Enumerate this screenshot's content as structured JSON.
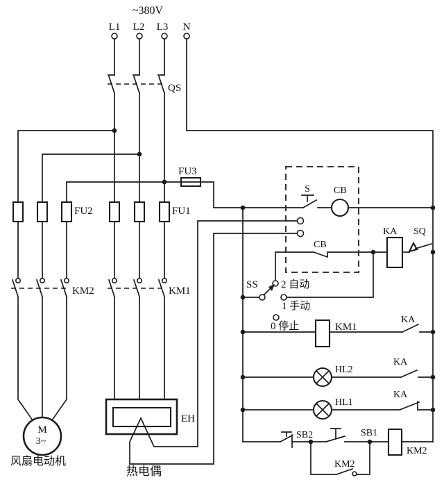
{
  "power": {
    "voltage": "~380V",
    "l1": "L1",
    "l2": "L2",
    "l3": "L3",
    "n": "N"
  },
  "main": {
    "disconnect": "QS",
    "fu1": "FU1",
    "fu2": "FU2",
    "fu3": "FU3",
    "km1_contacts": "KM1",
    "km2_contacts": "KM2",
    "motor_letter": "M",
    "motor_phases": "3~",
    "motor_caption": "风扇电动机",
    "heater": "EH",
    "thermocouple_caption": "热电偶"
  },
  "control": {
    "controller_switch": "S",
    "controller_lamp": "CB",
    "controller_contact": "CB",
    "ka_coil": "KA",
    "sq_switch": "SQ",
    "selector": "SS",
    "pos_auto": "2 自动",
    "pos_manual": "1 手动",
    "pos_stop": "0 停止",
    "km1_coil": "KM1",
    "ka_contact_km1": "KA",
    "hl2_lamp": "HL2",
    "ka_contact_hl2": "KA",
    "hl1_lamp": "HL1",
    "ka_contact_hl1": "KA",
    "sb2_button": "SB2",
    "sb1_button": "SB1",
    "km2_coil": "KM2",
    "km2_holding": "KM2"
  },
  "colors": {
    "line": "#1c1c1c",
    "background": "#ffffff"
  }
}
